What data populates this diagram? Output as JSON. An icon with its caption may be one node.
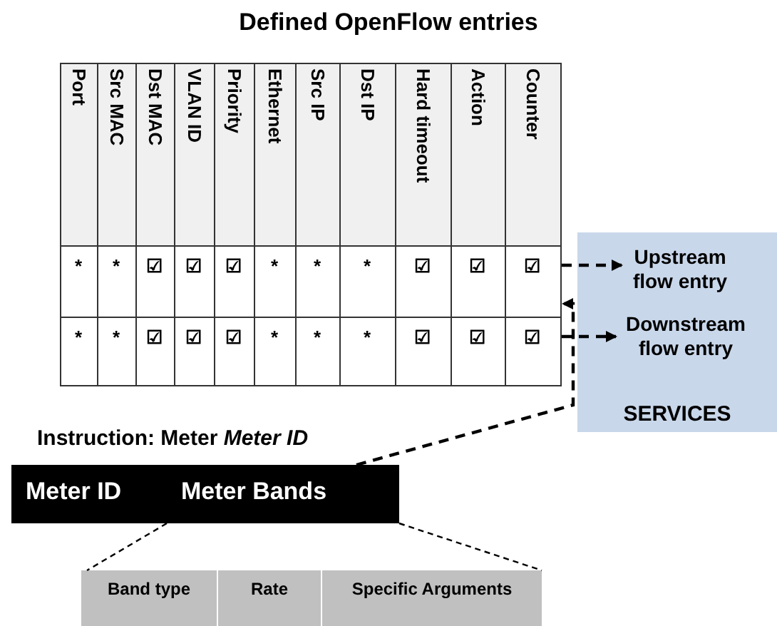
{
  "diagram": {
    "title": "Defined OpenFlow entries",
    "nodes": [
      {
        "text": [
          "*",
          "*",
          "☑",
          "☑",
          "☑",
          "*",
          "*",
          "*",
          "☑",
          "☑",
          "☑"
        ]
      },
      {
        "text": [
          "*",
          "*",
          "☑",
          "☑",
          "☑",
          "*",
          "*",
          "*",
          "☑",
          "☑",
          "☑"
        ]
      },
      {
        "text": [
          "SERVICES"
        ]
      },
      {
        "text": [
          "Upstream flow entry"
        ],
        "in": 2
      },
      {
        "text": [
          "Downstream flow entry"
        ],
        "in": 2
      },
      {
        "text": [
          "Meter ID"
        ]
      },
      {
        "text": [
          "Meter Bands"
        ]
      },
      {
        "text": [
          "Band type"
        ]
      },
      {
        "text": [
          "Rate"
        ]
      },
      {
        "text": [
          "Specific Arguments"
        ]
      }
    ],
    "edges": [
      {
        "from": 0,
        "to": 3,
        "arrow": "to",
        "style": "dashed"
      },
      {
        "from": 1,
        "to": 4,
        "arrow": "to",
        "style": "dashed"
      },
      {
        "from": 6,
        "to": 0,
        "arrow": "to",
        "style": "dashed",
        "label": "Instruction: Meter *Meter ID*"
      },
      {
        "from": 6,
        "to": 7,
        "arrow": "none",
        "style": "dashed"
      },
      {
        "from": 6,
        "to": 9,
        "arrow": "none",
        "style": "dashed"
      }
    ],
    "labels": [
      "Port",
      "Src MAC",
      "Dst MAC",
      "VLAN ID",
      "Priority",
      "Ethernet",
      "Src IP",
      "Dst IP",
      "Hard timeout",
      "Action",
      "Counter"
    ]
  }
}
